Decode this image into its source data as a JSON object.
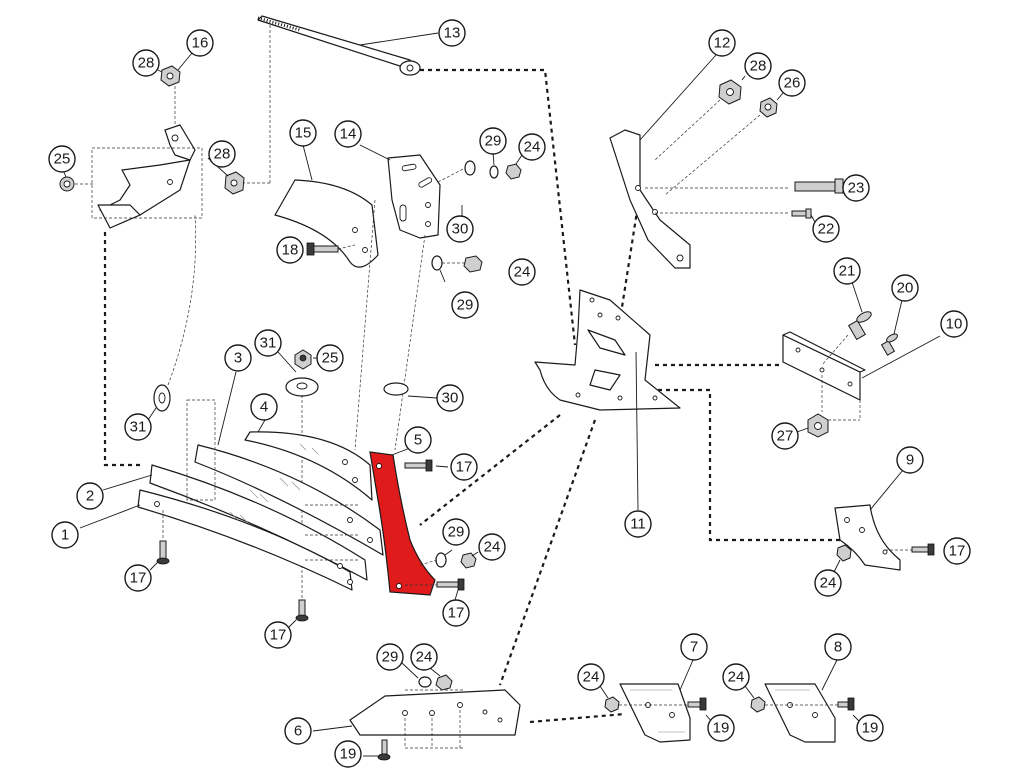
{
  "colors": {
    "highlight": "#e01b1b",
    "line": "#1a1a1a",
    "background": "#ffffff"
  },
  "callouts": [
    {
      "id": "c1",
      "label": "1"
    },
    {
      "id": "c2",
      "label": "2"
    },
    {
      "id": "c3",
      "label": "3"
    },
    {
      "id": "c4",
      "label": "4"
    },
    {
      "id": "c5",
      "label": "5"
    },
    {
      "id": "c6",
      "label": "6"
    },
    {
      "id": "c7",
      "label": "7"
    },
    {
      "id": "c8",
      "label": "8"
    },
    {
      "id": "c9",
      "label": "9"
    },
    {
      "id": "c10",
      "label": "10"
    },
    {
      "id": "c11",
      "label": "11"
    },
    {
      "id": "c12",
      "label": "12"
    },
    {
      "id": "c13",
      "label": "13"
    },
    {
      "id": "c14",
      "label": "14"
    },
    {
      "id": "c15",
      "label": "15"
    },
    {
      "id": "c16",
      "label": "16"
    },
    {
      "id": "c17a",
      "label": "17"
    },
    {
      "id": "c17b",
      "label": "17"
    },
    {
      "id": "c17c",
      "label": "17"
    },
    {
      "id": "c17d",
      "label": "17"
    },
    {
      "id": "c17e",
      "label": "17"
    },
    {
      "id": "c18",
      "label": "18"
    },
    {
      "id": "c19a",
      "label": "19"
    },
    {
      "id": "c19b",
      "label": "19"
    },
    {
      "id": "c19c",
      "label": "19"
    },
    {
      "id": "c20",
      "label": "20"
    },
    {
      "id": "c21",
      "label": "21"
    },
    {
      "id": "c22",
      "label": "22"
    },
    {
      "id": "c23",
      "label": "23"
    },
    {
      "id": "c24a",
      "label": "24"
    },
    {
      "id": "c24b",
      "label": "24"
    },
    {
      "id": "c24c",
      "label": "24"
    },
    {
      "id": "c24d",
      "label": "24"
    },
    {
      "id": "c24e",
      "label": "24"
    },
    {
      "id": "c24f",
      "label": "24"
    },
    {
      "id": "c24g",
      "label": "24"
    },
    {
      "id": "c25a",
      "label": "25"
    },
    {
      "id": "c25b",
      "label": "25"
    },
    {
      "id": "c26",
      "label": "26"
    },
    {
      "id": "c27",
      "label": "27"
    },
    {
      "id": "c28a",
      "label": "28"
    },
    {
      "id": "c28b",
      "label": "28"
    },
    {
      "id": "c28c",
      "label": "28"
    },
    {
      "id": "c29a",
      "label": "29"
    },
    {
      "id": "c29b",
      "label": "29"
    },
    {
      "id": "c29c",
      "label": "29"
    },
    {
      "id": "c29d",
      "label": "29"
    },
    {
      "id": "c30a",
      "label": "30"
    },
    {
      "id": "c30b",
      "label": "30"
    },
    {
      "id": "c31a",
      "label": "31"
    },
    {
      "id": "c31b",
      "label": "31"
    }
  ]
}
